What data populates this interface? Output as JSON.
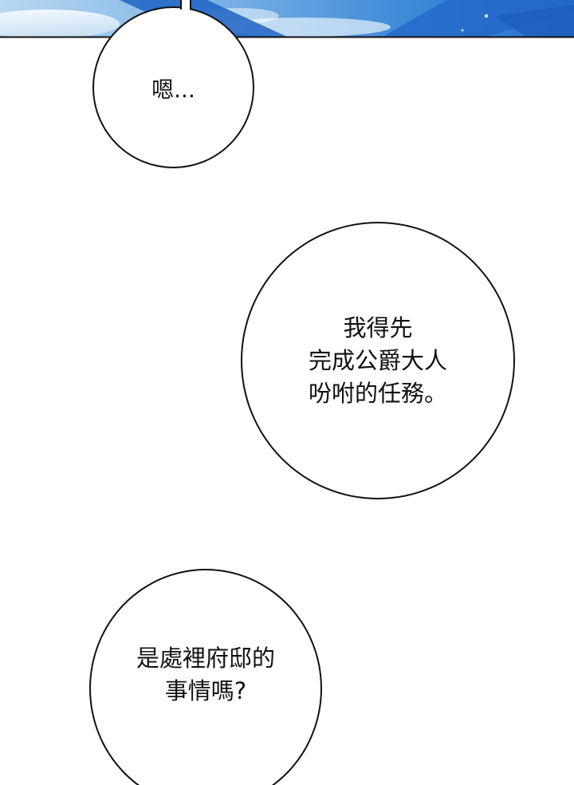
{
  "bubbles": [
    {
      "lines": [
        "嗯..."
      ]
    },
    {
      "lines": [
        "我得先",
        "完成公爵大人",
        "吩咐的任務。"
      ]
    },
    {
      "lines": [
        "是處裡府邸的",
        "事情嗎?"
      ]
    }
  ],
  "colors": {
    "sky_top": "#9fc8ea",
    "sky_mid": "#3d8ad6",
    "sky_dark": "#1f63c4",
    "outline": "#111111"
  }
}
